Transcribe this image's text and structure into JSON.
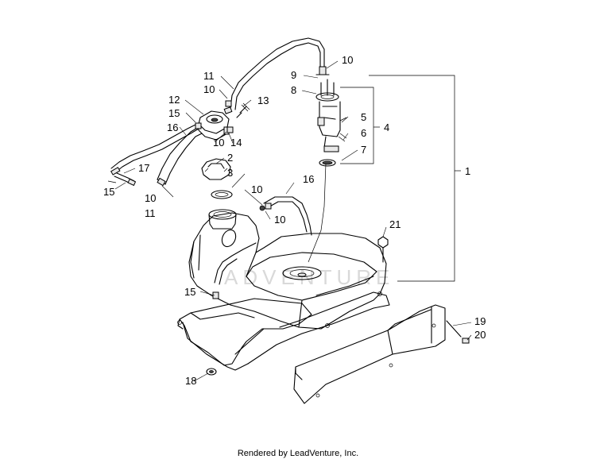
{
  "footer": "Rendered by LeadVenture, Inc.",
  "watermark": "ADVENTURE",
  "callouts": [
    {
      "id": "c1",
      "text": "1"
    },
    {
      "id": "c2",
      "text": "2"
    },
    {
      "id": "c3",
      "text": "3"
    },
    {
      "id": "c4",
      "text": "4"
    },
    {
      "id": "c5",
      "text": "5"
    },
    {
      "id": "c6",
      "text": "6"
    },
    {
      "id": "c7",
      "text": "7"
    },
    {
      "id": "c8",
      "text": "8"
    },
    {
      "id": "c9",
      "text": "9"
    },
    {
      "id": "c10a",
      "text": "10"
    },
    {
      "id": "c10b",
      "text": "10"
    },
    {
      "id": "c10c",
      "text": "10"
    },
    {
      "id": "c10d",
      "text": "10"
    },
    {
      "id": "c10e",
      "text": "10"
    },
    {
      "id": "c10f",
      "text": "10"
    },
    {
      "id": "c11a",
      "text": "11"
    },
    {
      "id": "c11b",
      "text": "11"
    },
    {
      "id": "c12",
      "text": "12"
    },
    {
      "id": "c13",
      "text": "13"
    },
    {
      "id": "c14",
      "text": "14"
    },
    {
      "id": "c15a",
      "text": "15"
    },
    {
      "id": "c15b",
      "text": "15"
    },
    {
      "id": "c15c",
      "text": "15"
    },
    {
      "id": "c16a",
      "text": "16"
    },
    {
      "id": "c16b",
      "text": "16"
    },
    {
      "id": "c17",
      "text": "17"
    },
    {
      "id": "c18",
      "text": "18"
    },
    {
      "id": "c19",
      "text": "19"
    },
    {
      "id": "c20",
      "text": "20"
    },
    {
      "id": "c21",
      "text": "21"
    }
  ]
}
